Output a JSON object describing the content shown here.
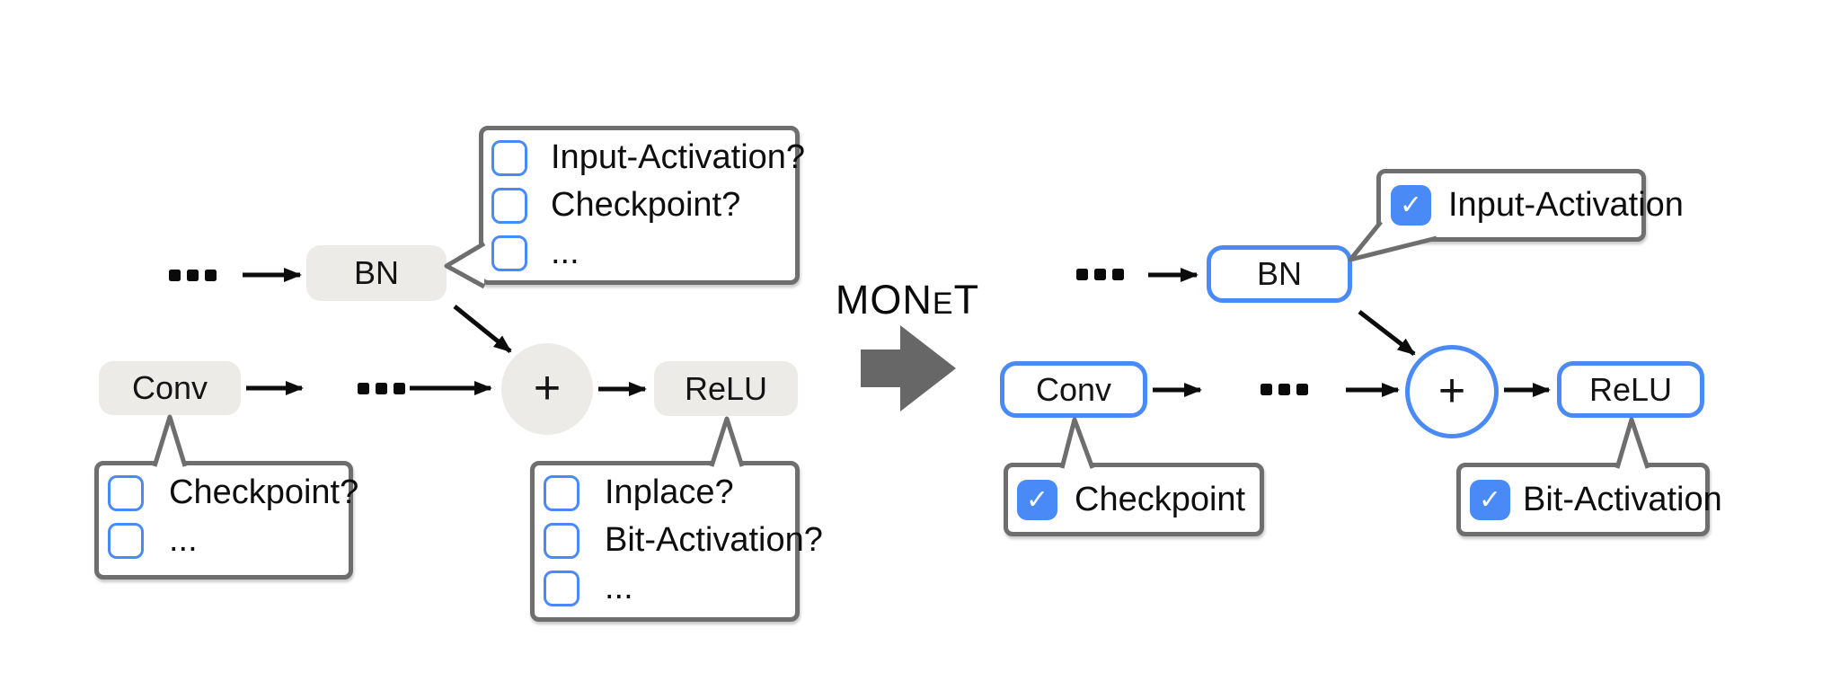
{
  "shared": {
    "ellipsis": "...",
    "checkmark": "✓"
  },
  "monet": {
    "pre": "MON",
    "small_cap": "E",
    "post": "T"
  },
  "colors": {
    "accent_blue": "#4A8AF6",
    "node_gray": "#ECEBE8",
    "callout_border": "#6E6E6E",
    "transform_arrow_gray": "#676767",
    "arrow_black": "#0c0c0c"
  },
  "left": {
    "nodes": {
      "bn": "BN",
      "conv": "Conv",
      "plus": "+",
      "relu": "ReLU",
      "ellipsis": "..."
    },
    "bn_options": {
      "items": [
        {
          "label": "Input-Activation?",
          "checked": false
        },
        {
          "label": "Checkpoint?",
          "checked": false
        },
        {
          "label": "...",
          "checked": false
        }
      ]
    },
    "conv_options": {
      "items": [
        {
          "label": "Checkpoint?",
          "checked": false
        },
        {
          "label": "...",
          "checked": false
        }
      ]
    },
    "relu_options": {
      "items": [
        {
          "label": "Inplace?",
          "checked": false
        },
        {
          "label": "Bit-Activation?",
          "checked": false
        },
        {
          "label": "...",
          "checked": false
        }
      ]
    }
  },
  "right": {
    "nodes": {
      "bn": "BN",
      "conv": "Conv",
      "plus": "+",
      "relu": "ReLU",
      "ellipsis": "..."
    },
    "bn_options": {
      "items": [
        {
          "label": "Input-Activation",
          "checked": true
        }
      ]
    },
    "conv_options": {
      "items": [
        {
          "label": "Checkpoint",
          "checked": true
        }
      ]
    },
    "relu_options": {
      "items": [
        {
          "label": "Bit-Activation",
          "checked": true
        }
      ]
    }
  }
}
